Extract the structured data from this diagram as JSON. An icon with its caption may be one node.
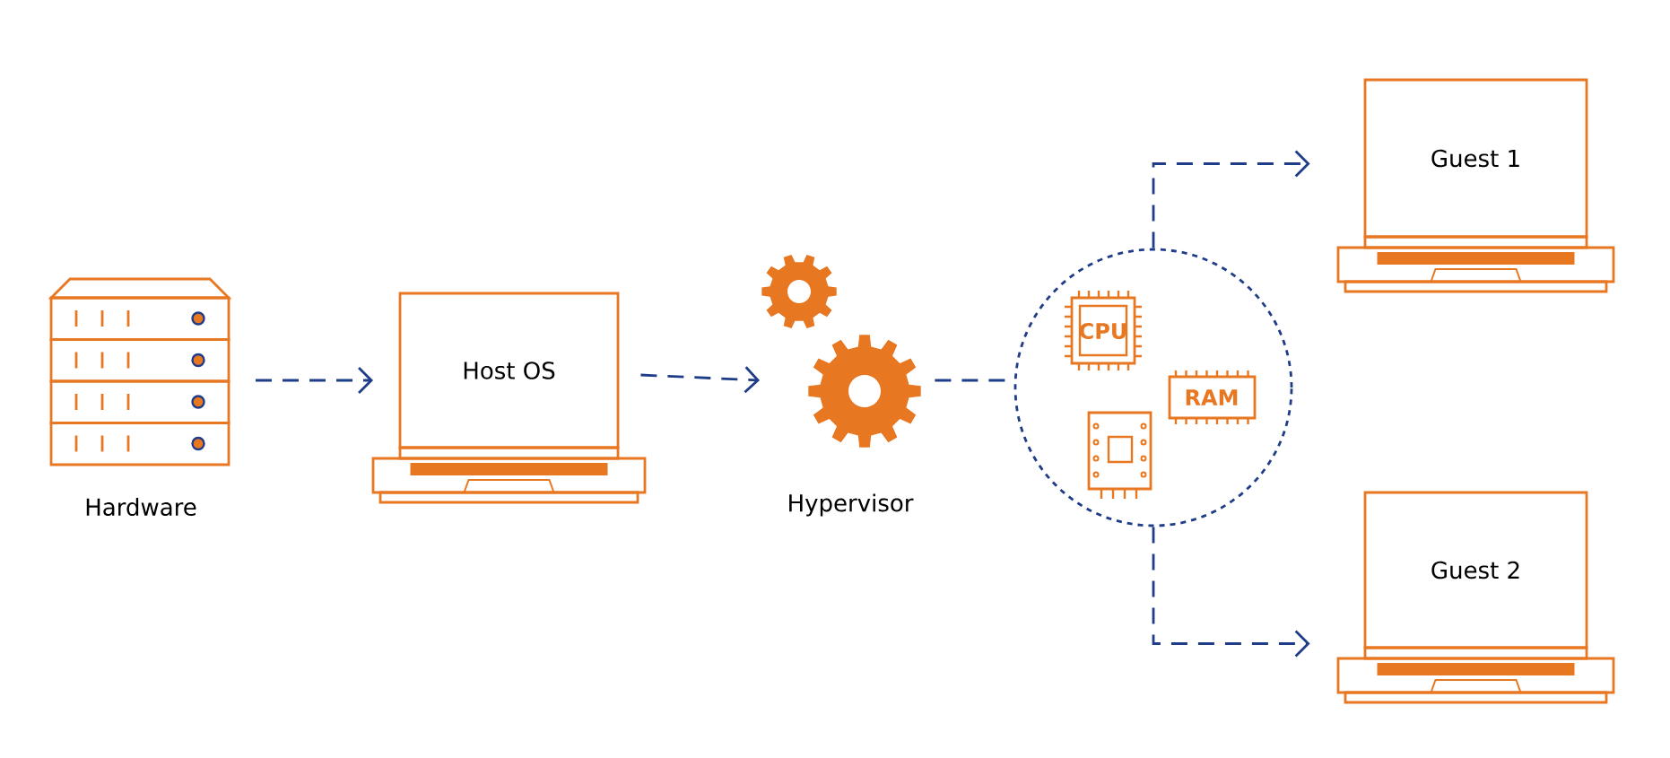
{
  "diagram": {
    "nodes": [
      {
        "text": [
          "Hardware"
        ]
      },
      {
        "text": [
          "Host OS"
        ]
      },
      {
        "text": [
          "Hypervisor"
        ]
      },
      {
        "text": [
          "CPU",
          "RAM"
        ]
      },
      {
        "text": [
          "Guest 1"
        ]
      },
      {
        "text": [
          "Guest 2"
        ]
      }
    ],
    "edges": [
      {
        "from": 0,
        "to": 1,
        "arrow": "to",
        "style": "dashed"
      },
      {
        "from": 1,
        "to": 2,
        "arrow": "to",
        "style": "dashed"
      },
      {
        "from": 2,
        "to": 3,
        "arrow": "none",
        "style": "dashed"
      },
      {
        "from": 3,
        "to": 4,
        "arrow": "to",
        "style": "dashed"
      },
      {
        "from": 3,
        "to": 5,
        "arrow": "to",
        "style": "dashed"
      }
    ]
  }
}
